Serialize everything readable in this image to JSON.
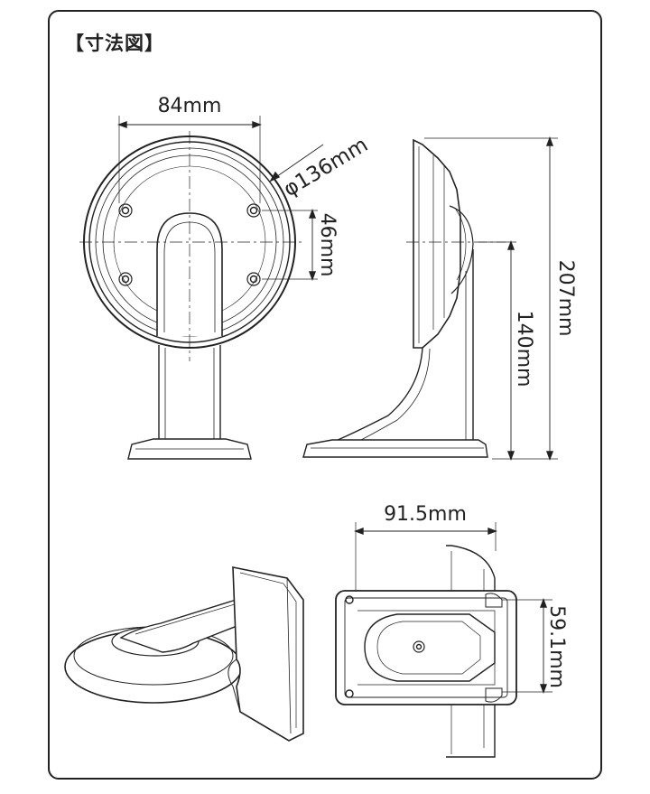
{
  "title": "【寸法図】",
  "dimensions": {
    "width_front": "84mm",
    "diameter": "φ136mm",
    "hole_spacing_v": "46mm",
    "total_height": "207mm",
    "arm_height": "140mm",
    "base_width": "91.5mm",
    "base_hole_spacing": "59.1mm"
  },
  "colors": {
    "line": "#222222",
    "background": "#ffffff"
  }
}
